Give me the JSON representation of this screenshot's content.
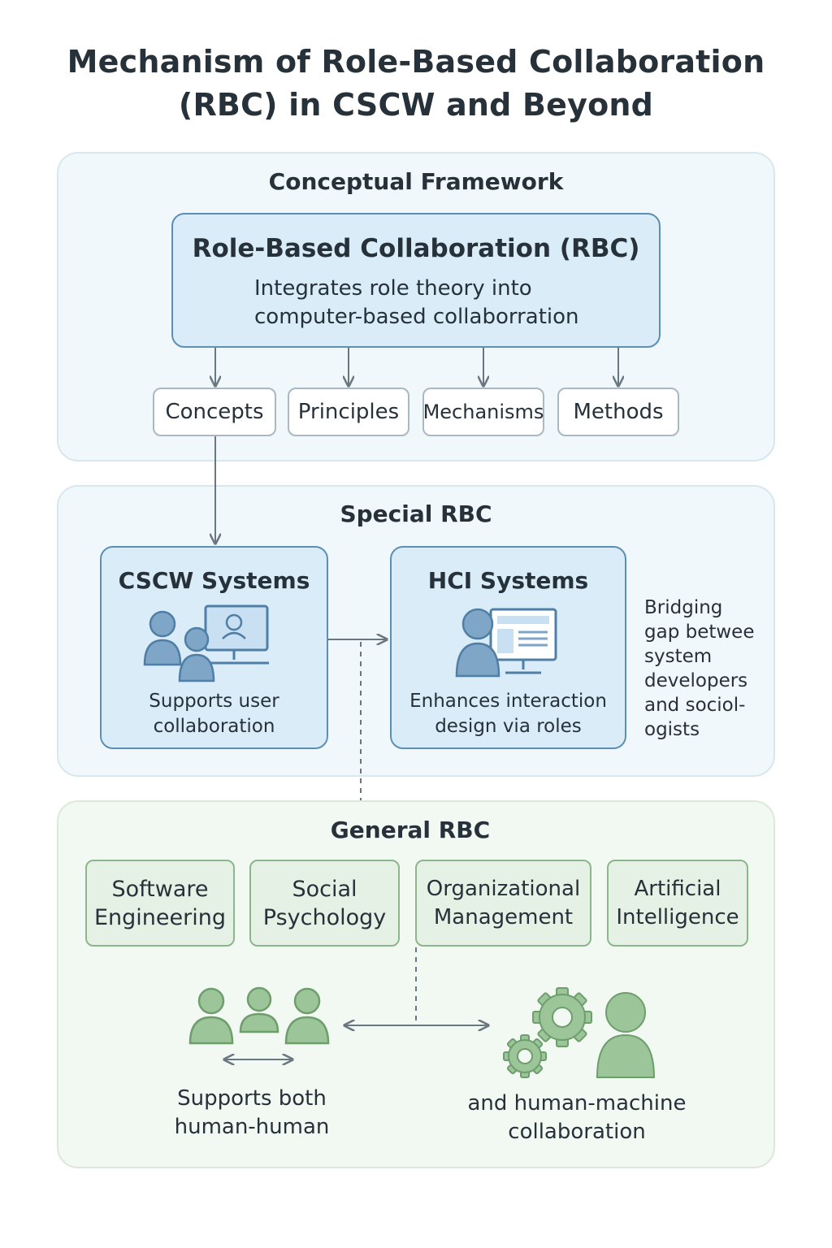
{
  "title": {
    "line1": "Mechanism of Role-Based Collaboration",
    "line2": "(RBC) in CSCW and Beyond"
  },
  "conceptual": {
    "heading": "Conceptual Framework",
    "rbc_title": "Role-Based Collaboration (RBC)",
    "rbc_desc_line1": "Integrates role theory into",
    "rbc_desc_line2": "computer-based collaborration",
    "items": [
      "Concepts",
      "Principles",
      "Mechanisms",
      "Methods"
    ]
  },
  "special": {
    "heading": "Special RBC",
    "cscw_title": "CSCW Systems",
    "cscw_desc_line1": "Supports user",
    "cscw_desc_line2": "collaboration",
    "hci_title": "HCI Systems",
    "hci_desc_line1": "Enhances interaction",
    "hci_desc_line2": "design via roles",
    "note_lines": [
      "Bridging",
      "gap betwee",
      "system",
      "developers",
      "and sociol-",
      "ogists"
    ]
  },
  "general": {
    "heading": "General RBC",
    "domains": [
      {
        "line1": "Software",
        "line2": "Engineering"
      },
      {
        "line1": "Social",
        "line2": "Psychology"
      },
      {
        "line1": "Organizational",
        "line2": "Management"
      },
      {
        "line1": "Artificial",
        "line2": "Intelligence"
      }
    ],
    "human_human_line1": "Supports both",
    "human_human_line2": "human-human",
    "human_machine_line1": "and human-machine",
    "human_machine_line2": "collaboration"
  },
  "colors": {
    "blue_box": "#d9ecf8",
    "blue_border": "#5b8fb5",
    "green_box": "#e6f1e6",
    "green_border": "#8db68d",
    "icon_blue": "#7fa6c6",
    "icon_green": "#9cc59a"
  }
}
